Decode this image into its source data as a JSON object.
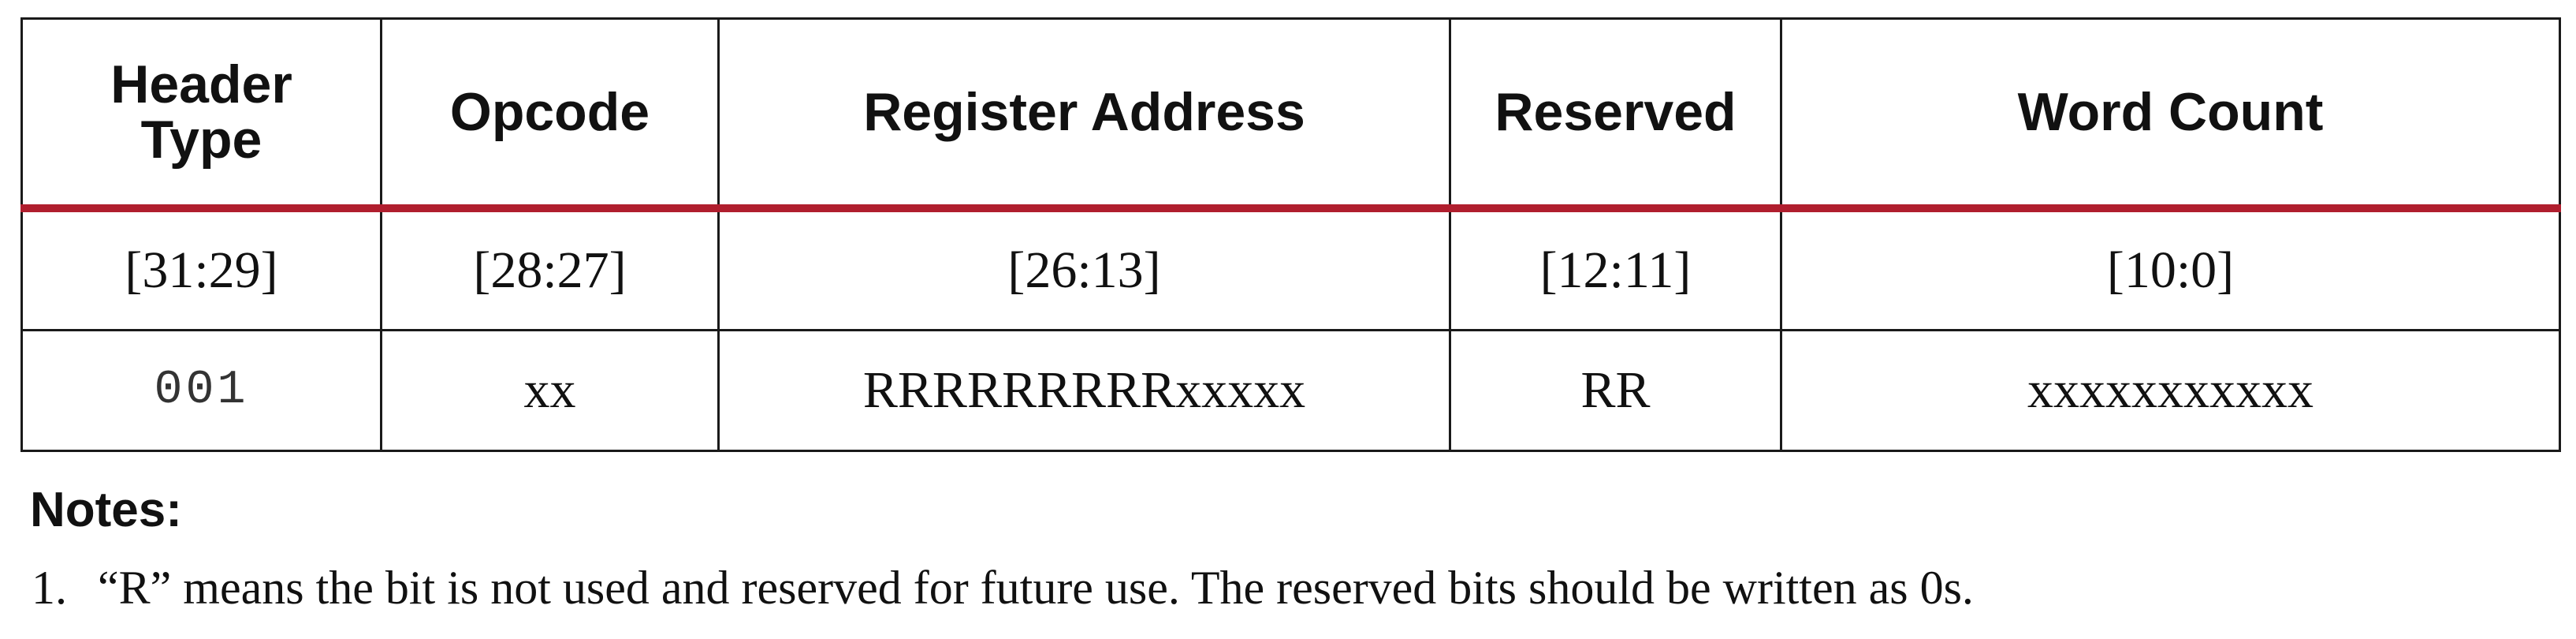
{
  "table": {
    "headers": [
      [
        "Header",
        "Type"
      ],
      [
        "Opcode"
      ],
      [
        "Register Address"
      ],
      [
        "Reserved"
      ],
      [
        "Word Count"
      ]
    ],
    "bit_ranges": [
      "[31:29]",
      "[28:27]",
      "[26:13]",
      "[12:11]",
      "[10:0]"
    ],
    "values": [
      "001",
      "xx",
      "RRRRRRRRRxxxxx",
      "RR",
      "xxxxxxxxxxx"
    ]
  },
  "notes": {
    "heading": "Notes:",
    "items": [
      {
        "number": "1.",
        "text": "“R” means the bit is not used and reserved for future use. The reserved bits should be written as 0s."
      }
    ]
  }
}
